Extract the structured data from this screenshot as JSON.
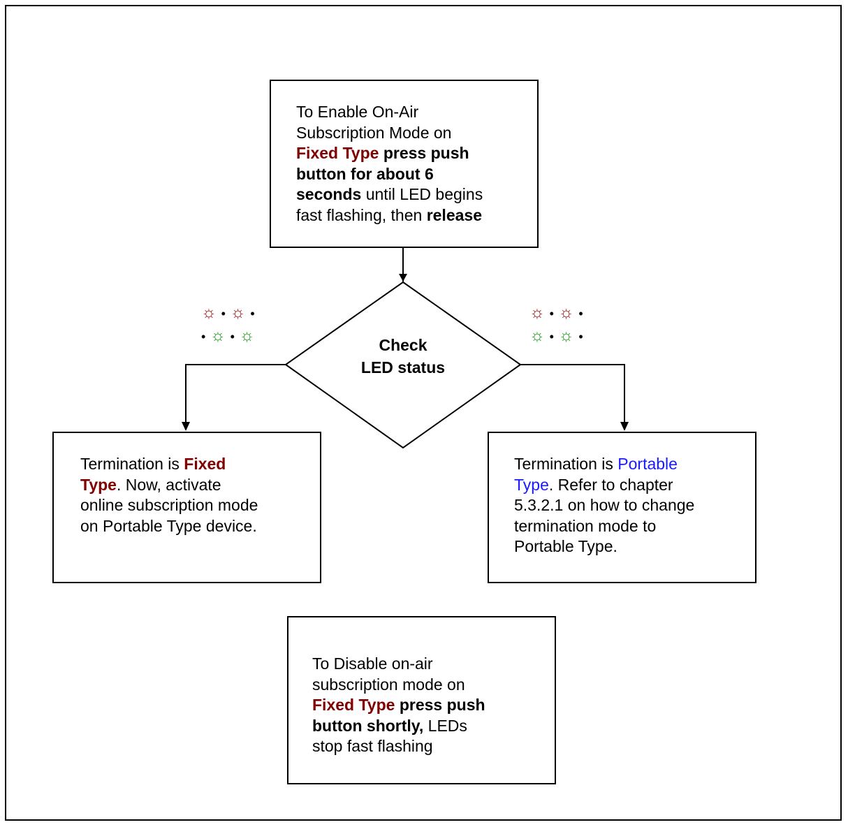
{
  "top_box": {
    "line1": "To Enable On-Air",
    "line2": "Subscription Mode on",
    "fixed_type": "Fixed Type",
    "press_push": " press push",
    "line4": "button for about 6",
    "seconds": "seconds",
    "until_led": " until LED begins",
    "fast_flashing": "fast flashing, then ",
    "release": "release"
  },
  "decision": {
    "line1": "Check",
    "line2": "LED status"
  },
  "leds": {
    "sun": "☼",
    "dot": "•"
  },
  "left_box": {
    "termination_is": "Termination is ",
    "fixed": "Fixed",
    "type": "Type",
    "now_activate": ". Now, activate",
    "line3": "online subscription mode",
    "line4": "on Portable Type device."
  },
  "right_box": {
    "termination_is": "Termination is ",
    "portable": "Portable",
    "type": "Type",
    "refer": ". Refer to chapter",
    "line3": "5.3.2.1 on how to change",
    "line4": "termination mode to",
    "line5": "Portable Type."
  },
  "bottom_box": {
    "line1": "To Disable on-air",
    "line2": "subscription mode on",
    "fixed_type": "Fixed Type",
    "press_push": " press push",
    "button_shortly": "button shortly,",
    "leds": " LEDs",
    "line5": "stop fast flashing"
  },
  "colors": {
    "fixed_type_red": "#800000",
    "portable_blue": "#1a1aff",
    "led_red": "#a01010",
    "led_green": "#1a9a1a"
  }
}
